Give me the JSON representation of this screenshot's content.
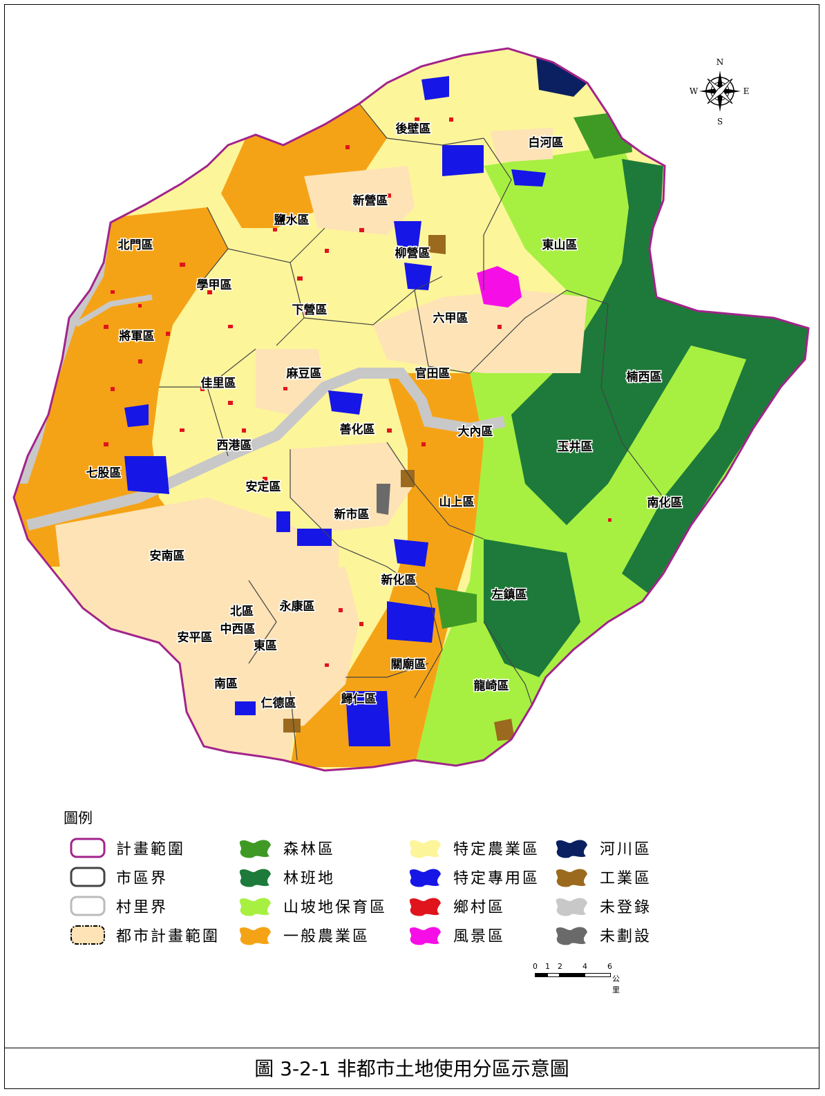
{
  "caption": "圖 3-2-1 非都市土地使用分區示意圖",
  "compass": {
    "north": "N",
    "east": "E",
    "south": "S",
    "west": "W"
  },
  "legend": {
    "title": "圖例",
    "items": [
      {
        "label": "計畫範圍",
        "style": "outline",
        "color": "#a2238b"
      },
      {
        "label": "市區界",
        "style": "outline",
        "color": "#444444"
      },
      {
        "label": "村里界",
        "style": "outline",
        "color": "#bbbbbb"
      },
      {
        "label": "都市計畫範圍",
        "style": "dashed",
        "color": "#fde3b6"
      },
      {
        "label": "森林區",
        "style": "fill",
        "color": "#3f9a25"
      },
      {
        "label": "林班地",
        "style": "fill",
        "color": "#1e7a3a"
      },
      {
        "label": "山坡地保育區",
        "style": "fill",
        "color": "#a7f042"
      },
      {
        "label": "一般農業區",
        "style": "fill",
        "color": "#f5a316"
      },
      {
        "label": "特定農業區",
        "style": "fill",
        "color": "#fdf59a"
      },
      {
        "label": "特定專用區",
        "style": "fill",
        "color": "#1616e6"
      },
      {
        "label": "鄉村區",
        "style": "fill",
        "color": "#e0141c"
      },
      {
        "label": "風景區",
        "style": "fill",
        "color": "#f50fe6"
      },
      {
        "label": "河川區",
        "style": "fill",
        "color": "#0a2060"
      },
      {
        "label": "工業區",
        "style": "fill",
        "color": "#9b6a1e"
      },
      {
        "label": "未登錄",
        "style": "fill",
        "color": "#c8c8c8"
      },
      {
        "label": "未劃設",
        "style": "fill",
        "color": "#6a6a6a"
      }
    ]
  },
  "scale": {
    "ticks": [
      "0",
      "1",
      "2",
      "4",
      "6"
    ],
    "unit": "公里"
  },
  "districts": [
    "後壁區",
    "白河區",
    "新營區",
    "鹽水區",
    "北門區",
    "柳營區",
    "東山區",
    "學甲區",
    "下營區",
    "六甲區",
    "將軍區",
    "麻豆區",
    "官田區",
    "楠西區",
    "佳里區",
    "善化區",
    "大內區",
    "玉井區",
    "七股區",
    "西港區",
    "安定區",
    "新市區",
    "山上區",
    "南化區",
    "安南區",
    "新化區",
    "永康區",
    "左鎮區",
    "北區",
    "中西區",
    "安平區",
    "東區",
    "關廟區",
    "龍崎區",
    "南區",
    "仁德區",
    "歸仁區"
  ]
}
